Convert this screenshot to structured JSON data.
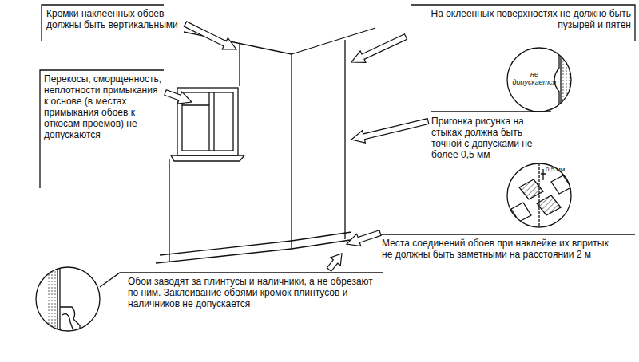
{
  "diagram": {
    "labels": [
      "Кромки наклеенных обоев должны быть вертикальными",
      "Перекосы, сморщенность, неплотности примыкания к основе (в местах примыкания обоев к откосам проемов) не допускаются",
      "На оклеенных поверхностях не должно быть пузырей и пятен",
      "не допускается",
      "Пригонка рисунка на стыках должна быть точной с допусками не более 0,5 мм",
      "0,5 мм",
      "Места соединений обоев при наклейке их впритык не должны быть заметными на расстоянии 2 м",
      "Обои заводят за плинтусы и наличники, а не обрезают по ним. Заклеивание обоями кромок плинтусов и наличников не допускается"
    ]
  }
}
